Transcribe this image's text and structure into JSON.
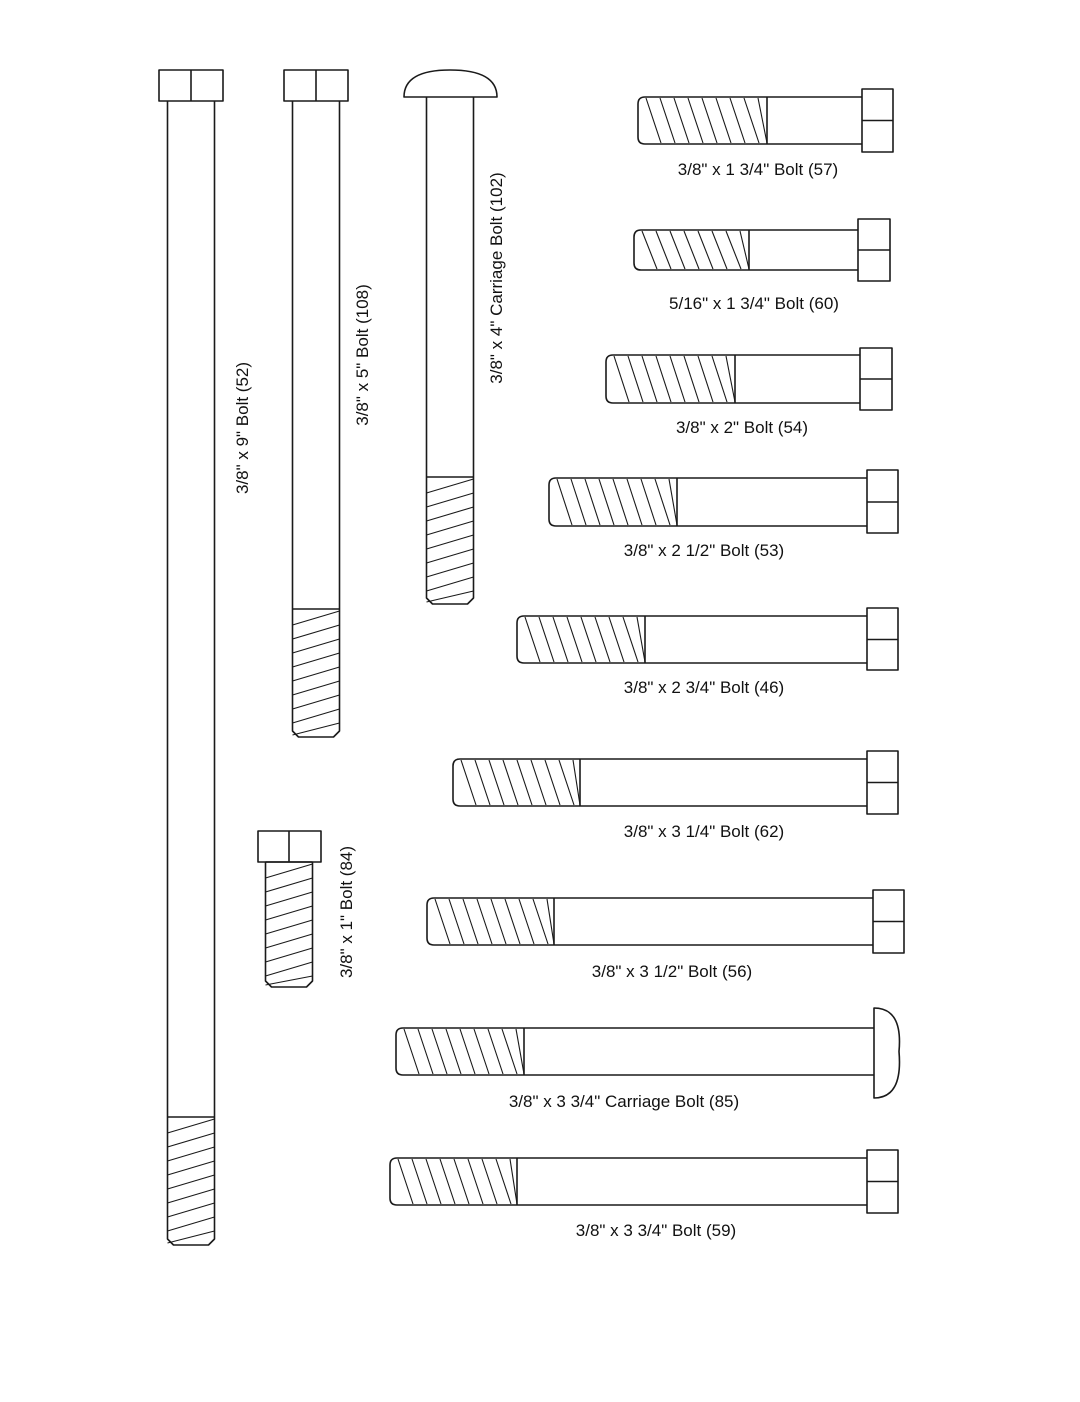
{
  "diagram": {
    "background": "#ffffff",
    "stroke_color": "#1a1a1a",
    "parts": [
      {
        "id": "52",
        "label": "3/8\" x 9\" Bolt (52)",
        "head": "hex"
      },
      {
        "id": "108",
        "label": "3/8\" x 5\" Bolt (108)",
        "head": "hex"
      },
      {
        "id": "102",
        "label": "3/8\" x 4\" Carriage Bolt (102)",
        "head": "carriage"
      },
      {
        "id": "84",
        "label": "3/8\" x 1\" Bolt (84)",
        "head": "hex"
      },
      {
        "id": "57",
        "label": "3/8\" x 1 3/4\" Bolt (57)",
        "head": "hex"
      },
      {
        "id": "60",
        "label": "5/16\" x 1 3/4\" Bolt (60)",
        "head": "hex"
      },
      {
        "id": "54",
        "label": "3/8\" x 2\" Bolt (54)",
        "head": "hex"
      },
      {
        "id": "53",
        "label": "3/8\" x 2 1/2\" Bolt (53)",
        "head": "hex"
      },
      {
        "id": "46",
        "label": "3/8\" x 2 3/4\" Bolt (46)",
        "head": "hex"
      },
      {
        "id": "62",
        "label": "3/8\" x 3 1/4\" Bolt (62)",
        "head": "hex"
      },
      {
        "id": "56",
        "label": "3/8\" x 3 1/2\" Bolt (56)",
        "head": "hex"
      },
      {
        "id": "85",
        "label": "3/8\" x 3 3/4\" Carriage Bolt (85)",
        "head": "carriage"
      },
      {
        "id": "59",
        "label": "3/8\" x 3 3/4\" Bolt (59)",
        "head": "hex"
      }
    ]
  }
}
